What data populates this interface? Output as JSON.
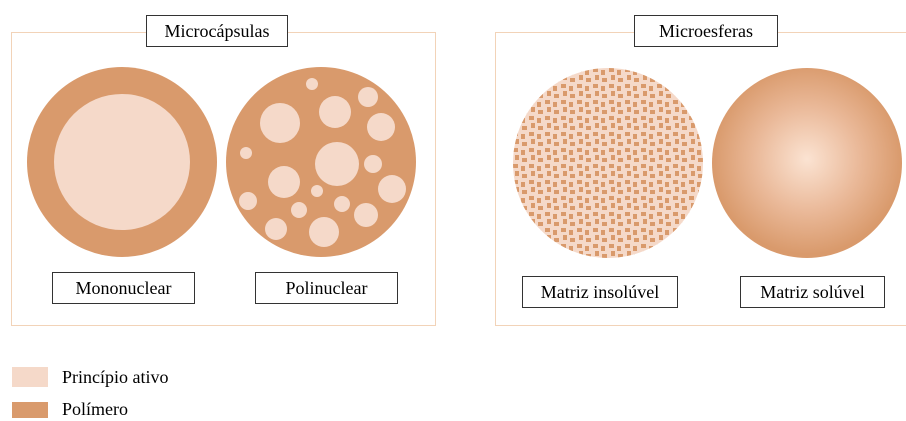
{
  "groups": {
    "left_title": "Microcápsulas",
    "right_title": "Microesferas"
  },
  "types": {
    "mononuclear": "Mononuclear",
    "polinuclear": "Polinuclear",
    "insoluble": "Matriz insolúvel",
    "soluble": "Matriz solúvel"
  },
  "legend": {
    "active": "Princípio ativo",
    "polymer": "Polímero"
  },
  "colors": {
    "active": "#f5d9c9",
    "polymer": "#d99a6c",
    "panel_border": "#f2d3b8"
  }
}
